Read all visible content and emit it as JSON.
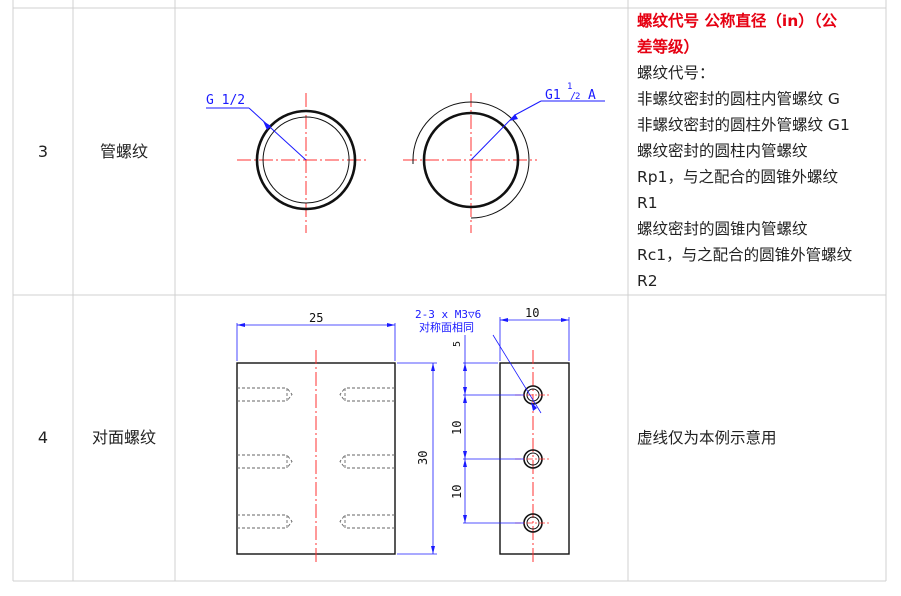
{
  "rows": [
    {
      "index": "3",
      "name": "管螺纹",
      "drawing": {
        "label_left": "G 1/2",
        "label_right_main": "G1",
        "label_right_num": "1",
        "label_right_den": "2",
        "label_right_suffix": "A"
      },
      "desc_title_line1": "螺纹代号 公称直径（in）（公",
      "desc_title_line2": "差等级）",
      "desc_lines": [
        "螺纹代号：",
        "非螺纹密封的圆柱内管螺纹  G",
        "非螺纹密封的圆柱外管螺纹 G1",
        "螺纹密封的圆柱内管螺纹",
        "Rp1，与之配合的圆锥外螺纹",
        "R1",
        "螺纹密封的圆锥内管螺纹",
        "Rc1，与之配合的圆锥外管螺纹",
        "R2"
      ]
    },
    {
      "index": "4",
      "name": "对面螺纹",
      "drawing": {
        "dim_width": "25",
        "dim_height": "30",
        "callout_line1": "2-3 x M3▽6",
        "callout_line2": "对称面相同",
        "dim_side_width": "10",
        "dim_top": "5",
        "dim_pitch1": "10",
        "dim_pitch2": "10"
      },
      "desc": "虚线仅为本例示意用"
    }
  ],
  "colors": {
    "grid": "#d0d0d0",
    "red": "#e60012",
    "blue": "#1a1aff",
    "centerline": "#ff3333"
  }
}
